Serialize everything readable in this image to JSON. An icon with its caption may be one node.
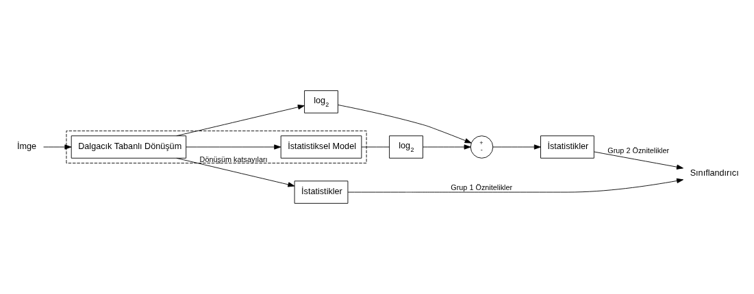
{
  "diagram": {
    "nodes": [
      {
        "text": [
          "İmge"
        ]
      },
      {
        "text": [],
        "shape": "box"
      },
      {
        "text": [
          "Dalgacık Tabanlı Dönüşüm"
        ],
        "in": 1
      },
      {
        "text": [
          "İstatistiksel Model"
        ],
        "in": 1
      },
      {
        "text": [
          "İstatistikler"
        ]
      },
      {
        "text": [
          "log$_{2}$"
        ]
      },
      {
        "text": [
          "+",
          "-"
        ]
      },
      {
        "text": [
          "log$_{2}$"
        ]
      },
      {
        "text": [
          "İstatistikler"
        ]
      },
      {
        "text": [
          "Sınıflandırıcı"
        ]
      }
    ],
    "edges": [
      {
        "from": 0,
        "to": 2,
        "arrow": "to"
      },
      {
        "from": 2,
        "to": 4,
        "arrow": "to",
        "label": "Dönüşüm katsayıları"
      },
      {
        "from": 2,
        "to": 5,
        "arrow": "to"
      },
      {
        "from": 2,
        "to": 3,
        "arrow": "to"
      },
      {
        "from": 3,
        "to": 7,
        "arrow": "none"
      },
      {
        "from": 5,
        "to": 6,
        "arrow": "to"
      },
      {
        "from": 7,
        "to": 6,
        "arrow": "to"
      },
      {
        "from": 6,
        "to": 8,
        "arrow": "to"
      },
      {
        "from": 4,
        "to": 9,
        "arrow": "to",
        "label": "Grup 1 Öznitelikler"
      },
      {
        "from": 8,
        "to": 9,
        "arrow": "to",
        "label": "Grup 2 Öznitelikler"
      }
    ]
  }
}
